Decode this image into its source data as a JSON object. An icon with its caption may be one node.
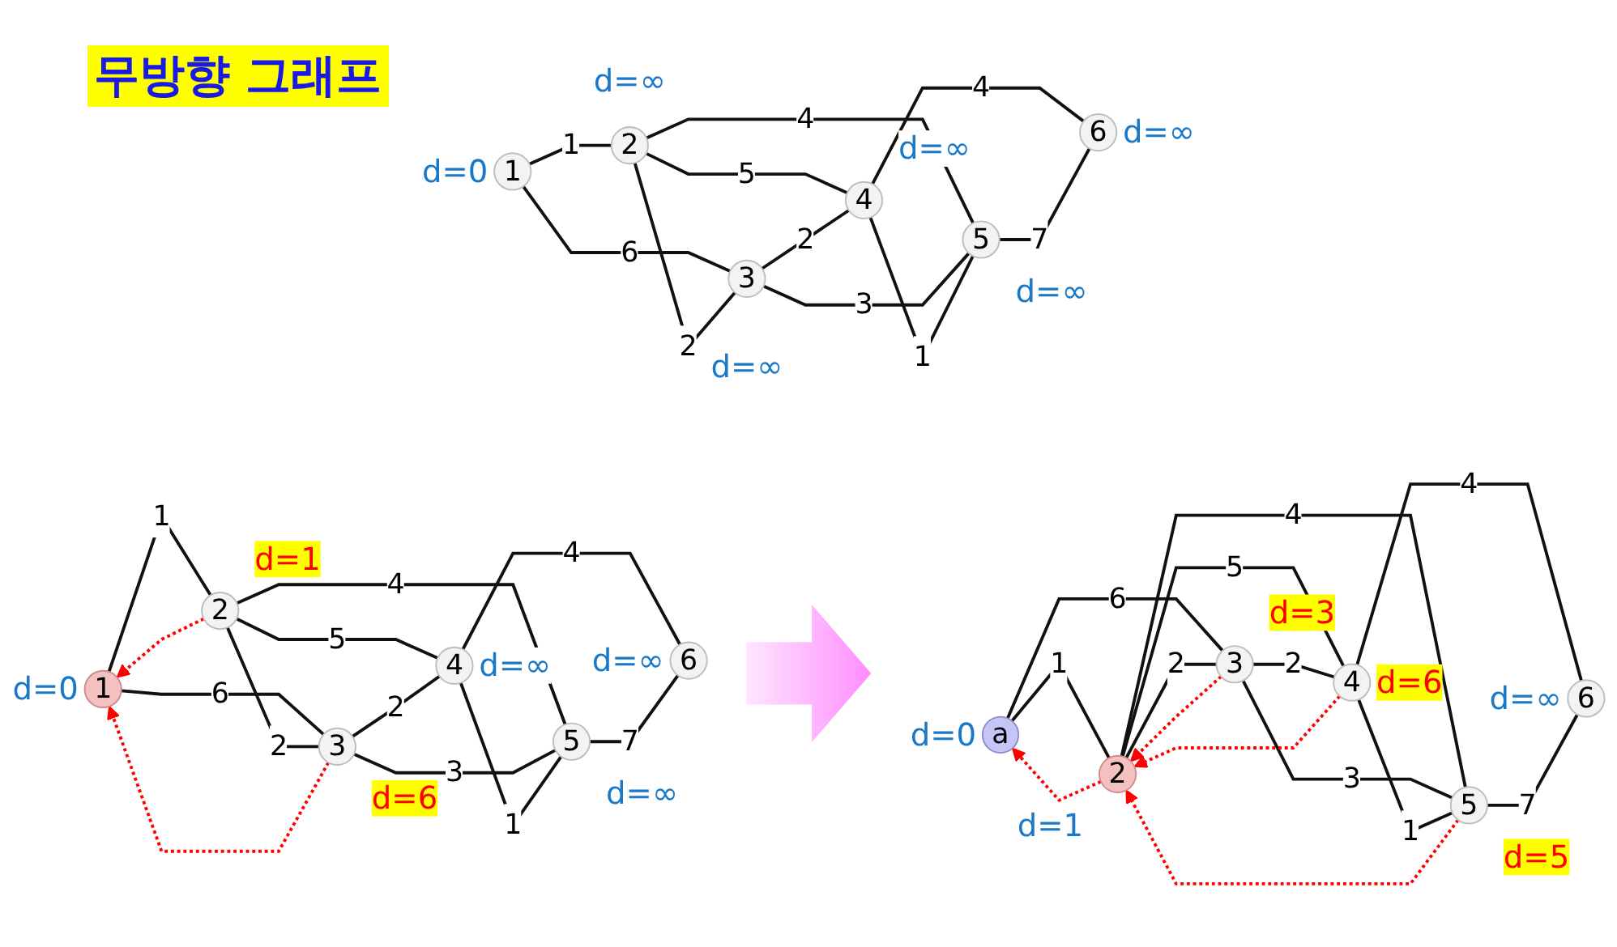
{
  "diagram": {
    "title": "무방향 그래프",
    "nodes": [
      {
        "text": [
          "1"
        ],
        "beside": [
          "d=0"
        ]
      },
      {
        "text": [
          "2"
        ],
        "beside": [
          "d=∞"
        ]
      },
      {
        "text": [
          "3"
        ],
        "beside": [
          "d=∞"
        ]
      },
      {
        "text": [
          "4"
        ],
        "beside": [
          "d=∞"
        ]
      },
      {
        "text": [
          "5"
        ],
        "beside": [
          "d=∞"
        ]
      },
      {
        "text": [
          "6"
        ],
        "beside": [
          "d=∞"
        ]
      },
      {
        "text": [
          "1"
        ],
        "beside": [
          "d=0"
        ]
      },
      {
        "text": [
          "2"
        ],
        "beside": [
          "d=1"
        ]
      },
      {
        "text": [
          "3"
        ],
        "beside": [
          "d=6"
        ]
      },
      {
        "text": [
          "4"
        ],
        "beside": [
          "d=∞"
        ]
      },
      {
        "text": [
          "5"
        ],
        "beside": [
          "d=∞"
        ]
      },
      {
        "text": [
          "6"
        ],
        "beside": [
          "d=∞"
        ]
      },
      {
        "text": [
          "a"
        ],
        "beside": [
          "d=0"
        ]
      },
      {
        "text": [
          "2"
        ],
        "beside": [
          "d=1"
        ]
      },
      {
        "text": [
          "3"
        ],
        "beside": [
          "d=3"
        ]
      },
      {
        "text": [
          "4"
        ],
        "beside": [
          "d=6"
        ]
      },
      {
        "text": [
          "5"
        ],
        "beside": [
          "d=5"
        ]
      },
      {
        "text": [
          "6"
        ],
        "beside": [
          "d=∞"
        ]
      }
    ],
    "edges": [
      {
        "from": 0,
        "to": 1,
        "arrow": "none",
        "label": "1"
      },
      {
        "from": 0,
        "to": 2,
        "arrow": "none",
        "label": "6"
      },
      {
        "from": 1,
        "to": 2,
        "arrow": "none",
        "label": "2"
      },
      {
        "from": 1,
        "to": 3,
        "arrow": "none",
        "label": "5"
      },
      {
        "from": 1,
        "to": 4,
        "arrow": "none",
        "label": "4"
      },
      {
        "from": 2,
        "to": 3,
        "arrow": "none",
        "label": "2"
      },
      {
        "from": 2,
        "to": 4,
        "arrow": "none",
        "label": "3"
      },
      {
        "from": 3,
        "to": 4,
        "arrow": "none",
        "label": "1"
      },
      {
        "from": 3,
        "to": 5,
        "arrow": "none",
        "label": "4"
      },
      {
        "from": 4,
        "to": 5,
        "arrow": "none",
        "label": "7"
      },
      {
        "from": 6,
        "to": 7,
        "arrow": "none",
        "label": "1"
      },
      {
        "from": 6,
        "to": 8,
        "arrow": "none",
        "label": "6"
      },
      {
        "from": 7,
        "to": 8,
        "arrow": "none",
        "label": "2"
      },
      {
        "from": 7,
        "to": 9,
        "arrow": "none",
        "label": "5"
      },
      {
        "from": 7,
        "to": 10,
        "arrow": "none",
        "label": "4"
      },
      {
        "from": 8,
        "to": 9,
        "arrow": "none",
        "label": "2"
      },
      {
        "from": 8,
        "to": 10,
        "arrow": "none",
        "label": "3"
      },
      {
        "from": 9,
        "to": 10,
        "arrow": "none",
        "label": "1"
      },
      {
        "from": 9,
        "to": 11,
        "arrow": "none",
        "label": "4"
      },
      {
        "from": 10,
        "to": 11,
        "arrow": "none",
        "label": "7"
      },
      {
        "from": 7,
        "to": 6,
        "arrow": "to",
        "style": "dashed",
        "color": "#ff0000"
      },
      {
        "from": 8,
        "to": 6,
        "arrow": "to",
        "style": "dashed",
        "color": "#ff0000"
      },
      {
        "from": 12,
        "to": 13,
        "arrow": "none",
        "label": "1"
      },
      {
        "from": 12,
        "to": 14,
        "arrow": "none",
        "label": "6"
      },
      {
        "from": 13,
        "to": 14,
        "arrow": "none",
        "label": "2"
      },
      {
        "from": 13,
        "to": 15,
        "arrow": "none",
        "label": "5"
      },
      {
        "from": 13,
        "to": 16,
        "arrow": "none",
        "label": "4"
      },
      {
        "from": 14,
        "to": 15,
        "arrow": "none",
        "label": "2"
      },
      {
        "from": 14,
        "to": 16,
        "arrow": "none",
        "label": "3"
      },
      {
        "from": 15,
        "to": 16,
        "arrow": "none",
        "label": "1"
      },
      {
        "from": 15,
        "to": 17,
        "arrow": "none",
        "label": "4"
      },
      {
        "from": 16,
        "to": 17,
        "arrow": "none",
        "label": "7"
      },
      {
        "from": 13,
        "to": 12,
        "arrow": "to",
        "style": "dashed",
        "color": "#ff0000"
      },
      {
        "from": 14,
        "to": 13,
        "arrow": "to",
        "style": "dashed",
        "color": "#ff0000"
      },
      {
        "from": 15,
        "to": 13,
        "arrow": "to",
        "style": "dashed",
        "color": "#ff0000"
      },
      {
        "from": 16,
        "to": 13,
        "arrow": "to",
        "style": "dashed",
        "color": "#ff0000"
      }
    ]
  }
}
